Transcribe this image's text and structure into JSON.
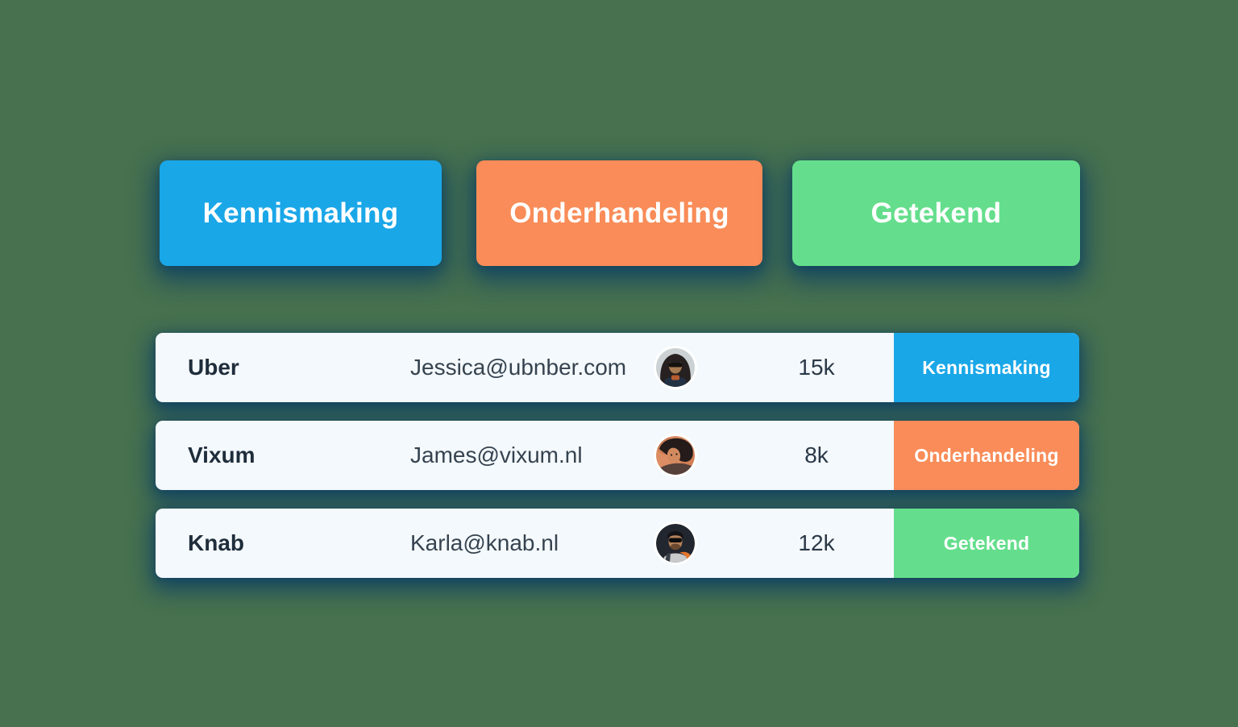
{
  "background_color": "#47714F",
  "colors": {
    "stage_blue": "#1AA7E8",
    "stage_orange": "#F98C58",
    "stage_green": "#64DE8C",
    "row_background": "#F4F9FD",
    "shadow_glow": "#0D4063",
    "company_text": "#1F2D3B",
    "email_text": "#36434F",
    "badge_text": "#FFFFFF"
  },
  "stage_cards": [
    {
      "label": "Kennismaking",
      "color": "#1AA7E8"
    },
    {
      "label": "Onderhandeling",
      "color": "#F98C58"
    },
    {
      "label": "Getekend",
      "color": "#64DE8C"
    }
  ],
  "table": {
    "rows": [
      {
        "company": "Uber",
        "email": "Jessica@ubnber.com",
        "avatar_icon": "avatar-man-long-curly-hair-sunglasses",
        "value": "15k",
        "stage": "Kennismaking",
        "stage_color": "#1AA7E8"
      },
      {
        "company": "Vixum",
        "email": "James@vixum.nl",
        "avatar_icon": "avatar-woman-dark-hair",
        "value": "8k",
        "stage": "Onderhandeling",
        "stage_color": "#F98C58"
      },
      {
        "company": "Knab",
        "email": "Karla@knab.nl",
        "avatar_icon": "avatar-man-sunglasses-orange-jacket",
        "value": "12k",
        "stage": "Getekend",
        "stage_color": "#64DE8C"
      }
    ]
  }
}
